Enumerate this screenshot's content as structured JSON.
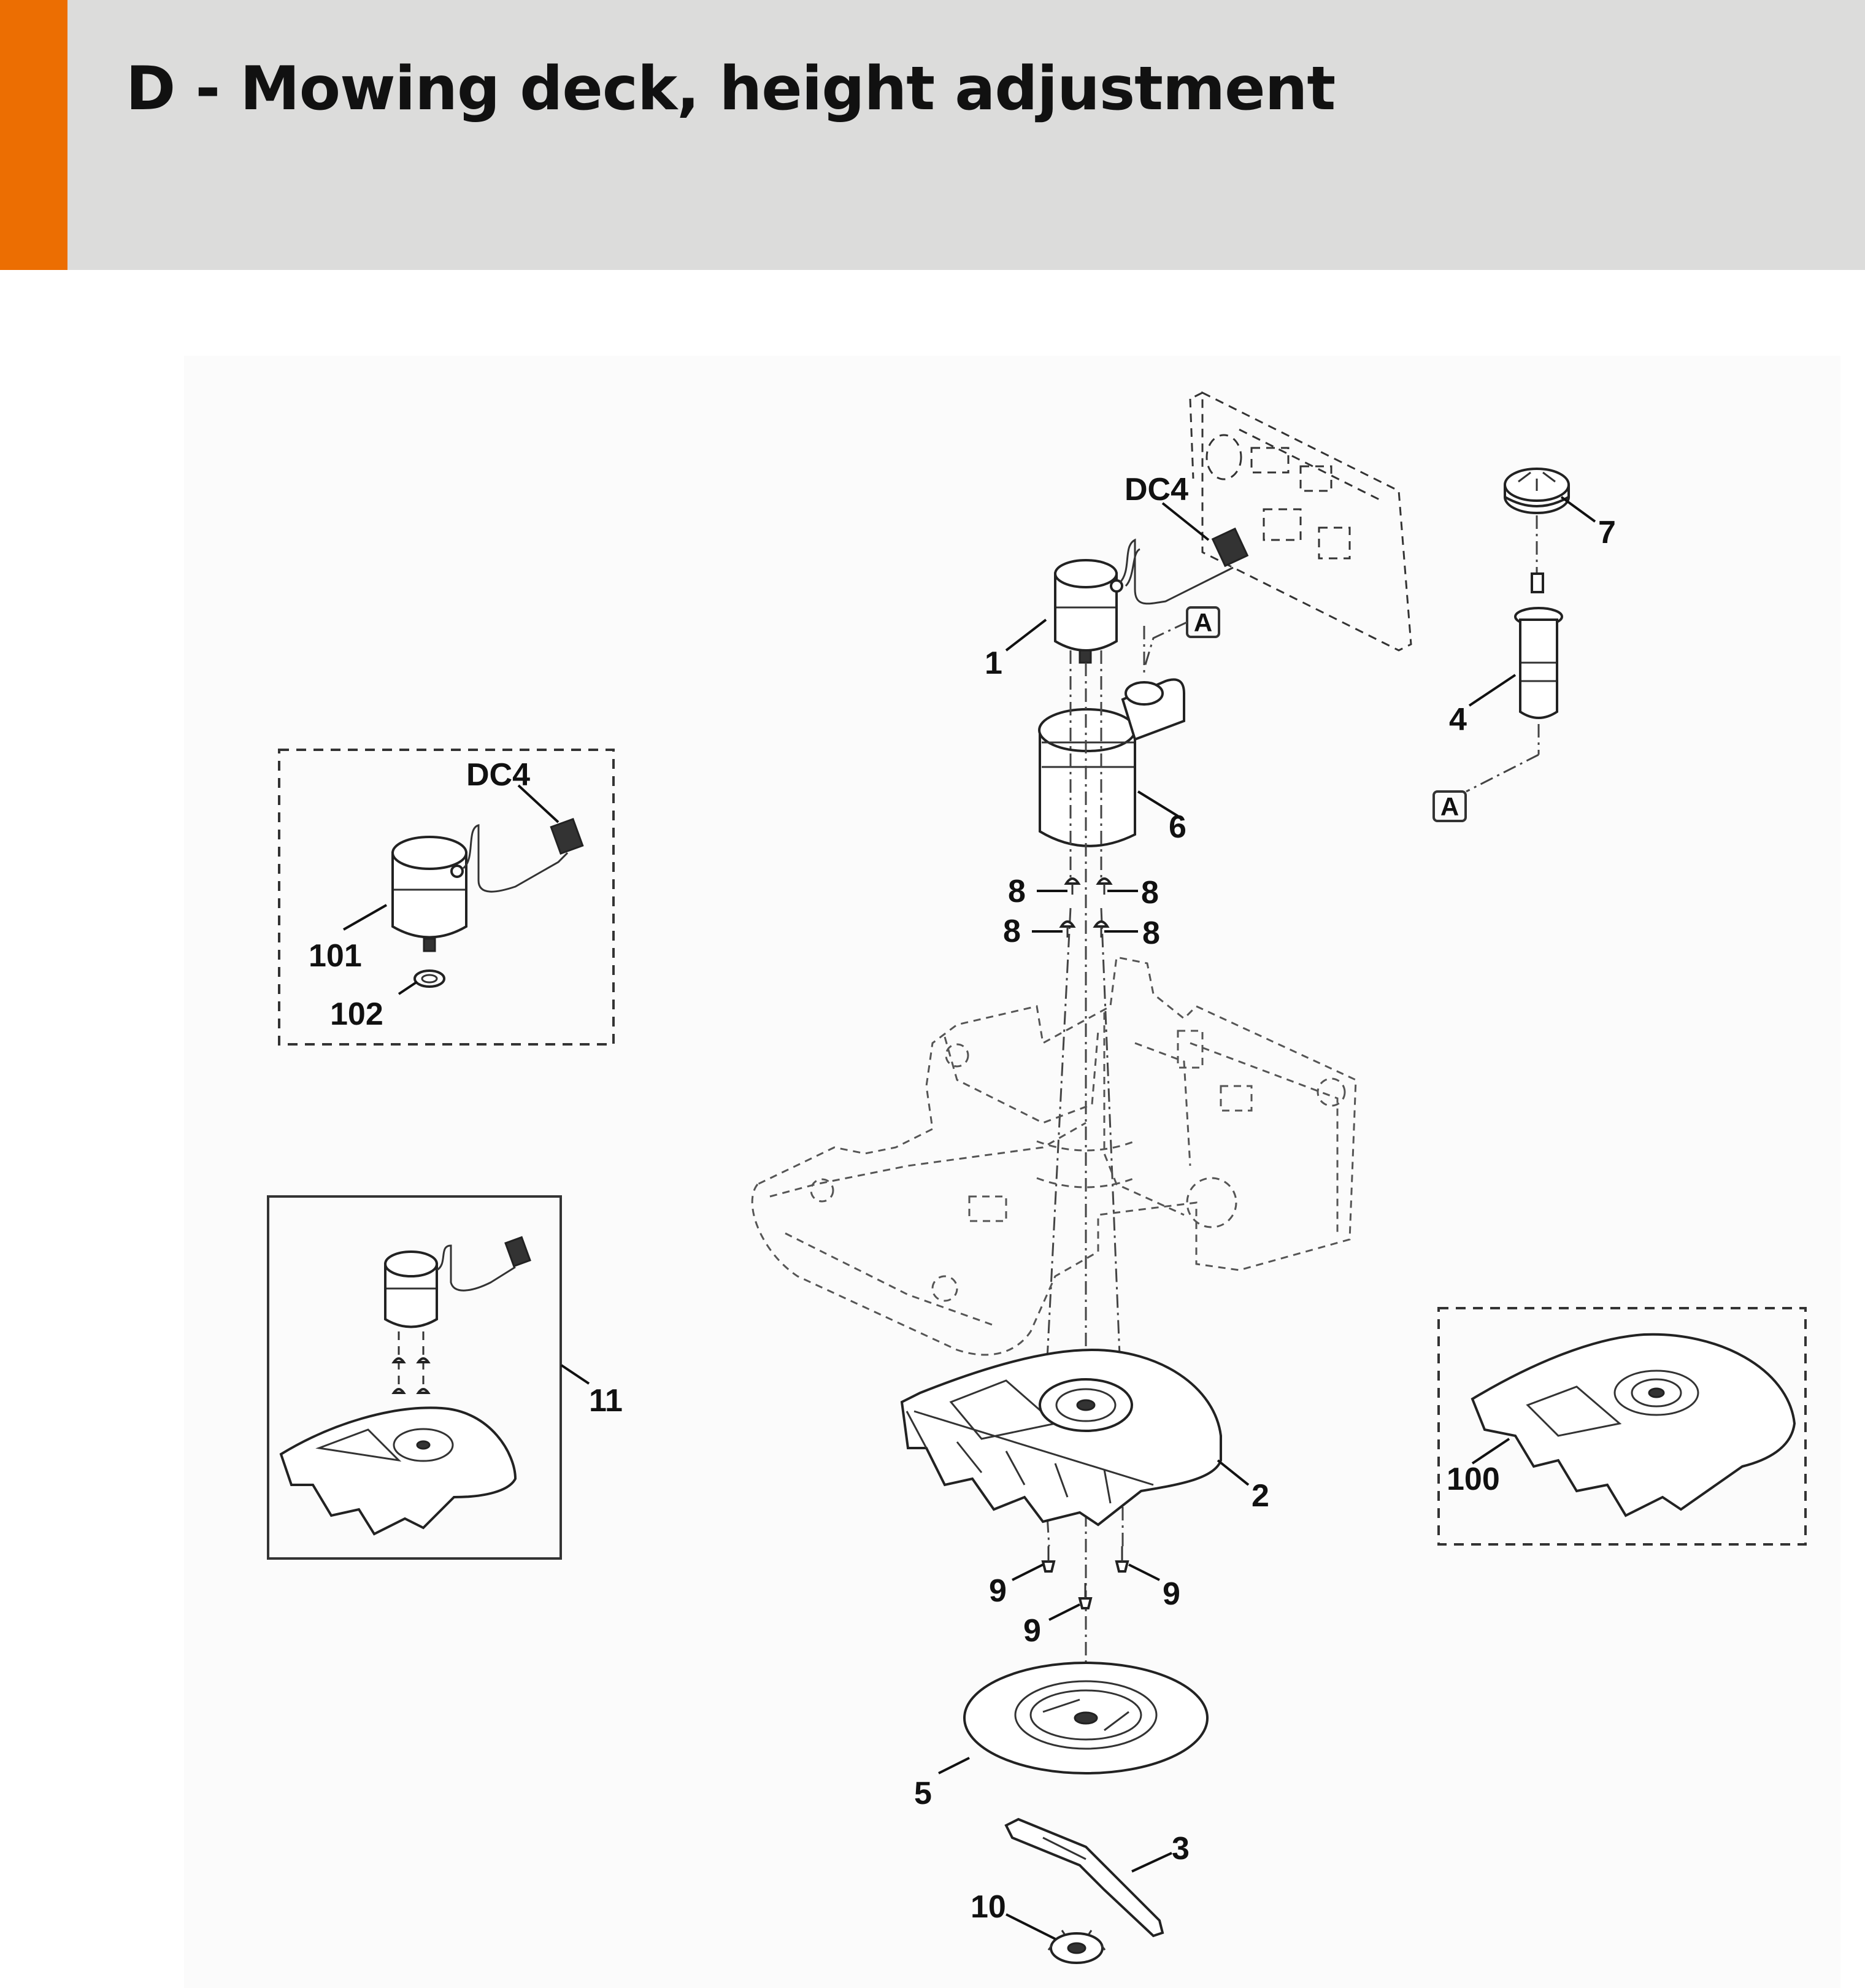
{
  "header": {
    "title": "D - Mowing deck, height adjustment",
    "accent_color": "#ec6e02",
    "background_color": "#dcdcdb"
  },
  "diagram": {
    "callouts": {
      "c1": "1",
      "c2": "2",
      "c3": "3",
      "c4": "4",
      "c5": "5",
      "c6": "6",
      "c7": "7",
      "c8a": "8",
      "c8b": "8",
      "c8c": "8",
      "c8d": "8",
      "c9a": "9",
      "c9b": "9",
      "c9c": "9",
      "c10": "10",
      "c11": "11",
      "c100": "100",
      "c101": "101",
      "c102": "102",
      "dc4_main": "DC4",
      "dc4_kit": "DC4"
    },
    "markers": {
      "a_top": "A",
      "a_bottom": "A"
    }
  }
}
